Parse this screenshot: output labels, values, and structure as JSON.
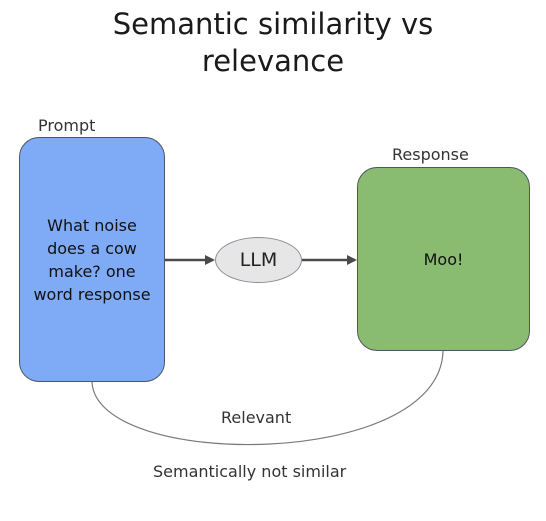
{
  "title": {
    "line1": "Semantic similarity vs",
    "line2": "relevance"
  },
  "prompt": {
    "label": "Prompt",
    "text": "What noise does a cow make? one word response"
  },
  "llm": {
    "label": "LLM"
  },
  "response": {
    "label": "Response",
    "text": "Moo!"
  },
  "relation": {
    "arc_label": "Relevant",
    "caption": "Semantically not similar"
  },
  "colors": {
    "prompt_fill": "#7faaf6",
    "response_fill": "#89bb71",
    "llm_fill": "#e6e6e6",
    "arrow": "#4a4a4a"
  }
}
